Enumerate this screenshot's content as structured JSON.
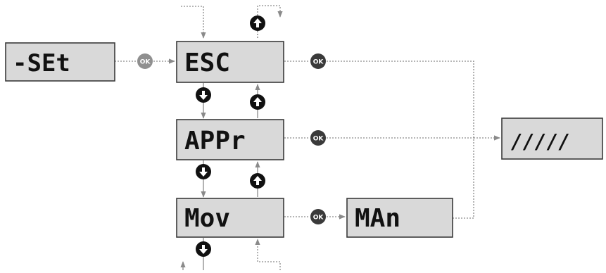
{
  "displays": {
    "set": "-SEt",
    "esc": "ESC",
    "appr": "APPr",
    "mov": "Mov",
    "man": "MAn",
    "bars": "/////"
  },
  "buttons": {
    "ok_label": "OK"
  },
  "icons": {
    "up": "up-arrow-icon",
    "down": "down-arrow-icon"
  },
  "colors": {
    "display_bg": "#d9d9d9",
    "ok_dark": "#3a3a3a",
    "ok_grey": "#8f8f8f",
    "nav_button": "#111111",
    "connector": "#8a8a8a"
  }
}
